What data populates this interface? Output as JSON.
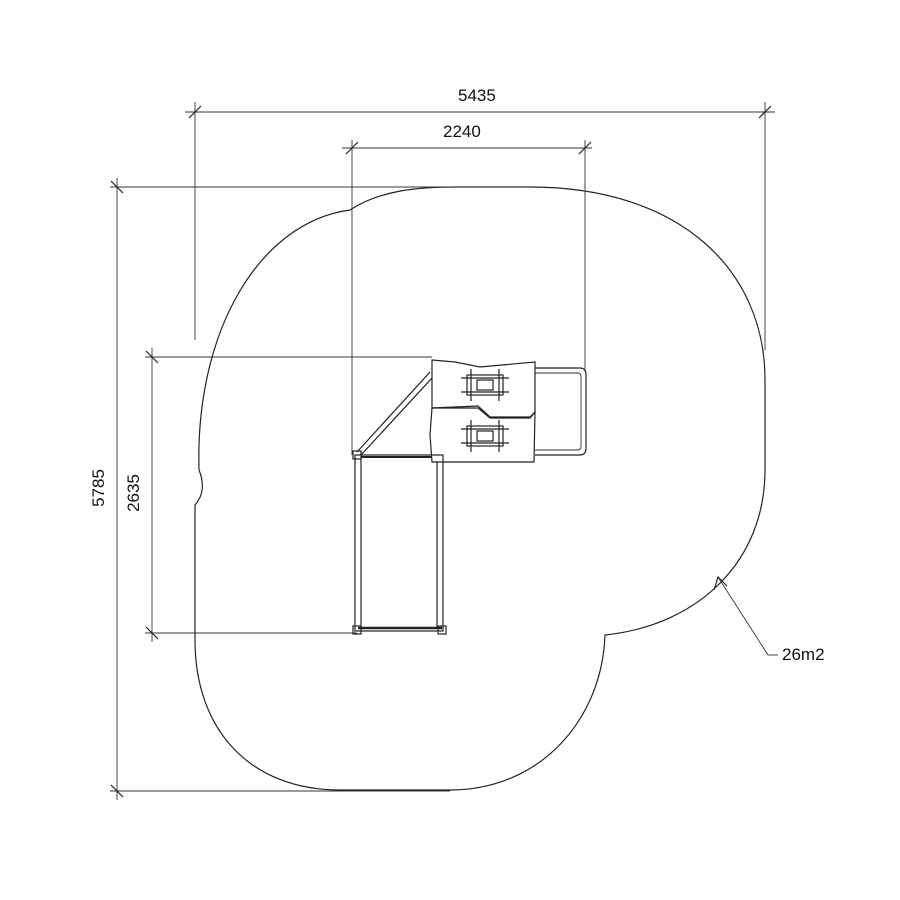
{
  "dimensions": {
    "overall_width": "5435",
    "structure_width": "2240",
    "overall_height": "5785",
    "structure_height": "2635"
  },
  "area_label": "26m2",
  "colors": {
    "line": "#222222",
    "background": "#ffffff"
  }
}
